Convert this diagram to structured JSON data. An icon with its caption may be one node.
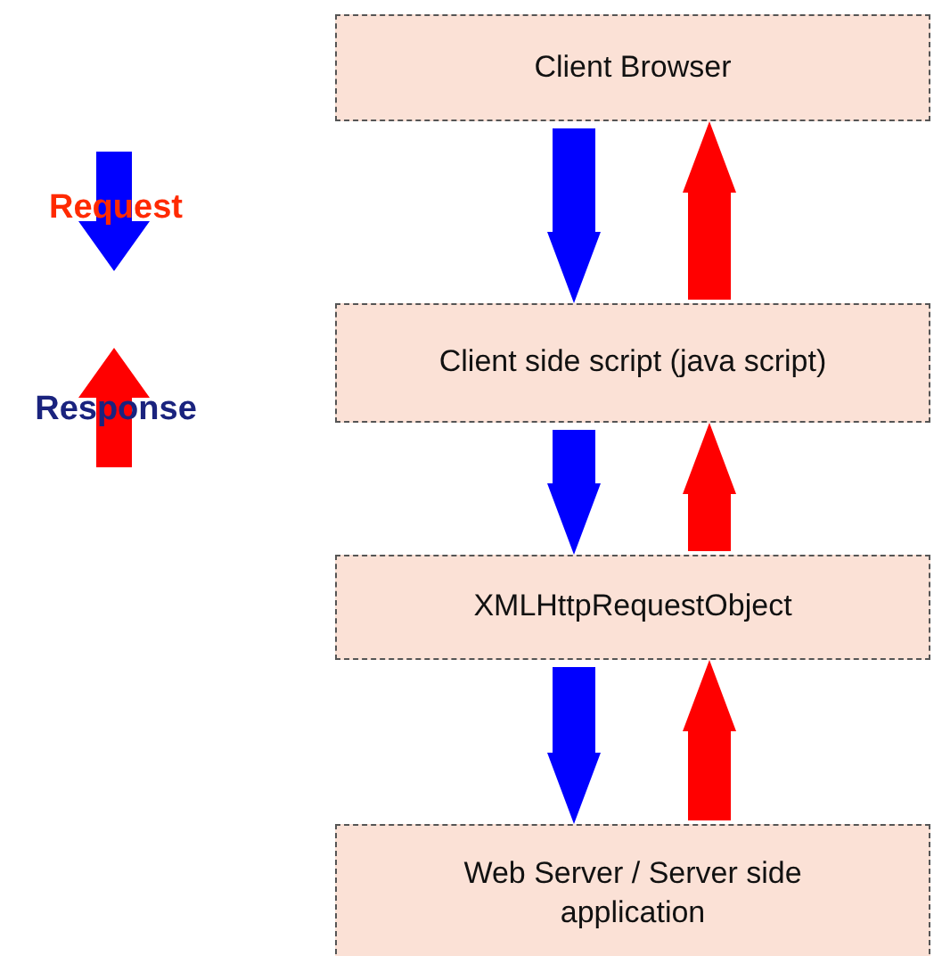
{
  "diagram": {
    "nodes": [
      {
        "text": [
          "Client Browser"
        ]
      },
      {
        "text": [
          "Client side script (java script)"
        ]
      },
      {
        "text": [
          "XMLHttpRequestObject"
        ]
      },
      {
        "text": [
          "Web Server / Server side application"
        ]
      }
    ],
    "edges": [
      {
        "from": 0,
        "to": 1,
        "arrow": "to",
        "color": "#0000ff"
      },
      {
        "from": 1,
        "to": 0,
        "arrow": "to",
        "color": "#ff0000"
      },
      {
        "from": 1,
        "to": 2,
        "arrow": "to",
        "color": "#0000ff"
      },
      {
        "from": 2,
        "to": 1,
        "arrow": "to",
        "color": "#ff0000"
      },
      {
        "from": 2,
        "to": 3,
        "arrow": "to",
        "color": "#0000ff"
      },
      {
        "from": 3,
        "to": 2,
        "arrow": "to",
        "color": "#ff0000"
      }
    ],
    "legend": [
      {
        "text": "Request"
      },
      {
        "text": "Response"
      }
    ]
  }
}
